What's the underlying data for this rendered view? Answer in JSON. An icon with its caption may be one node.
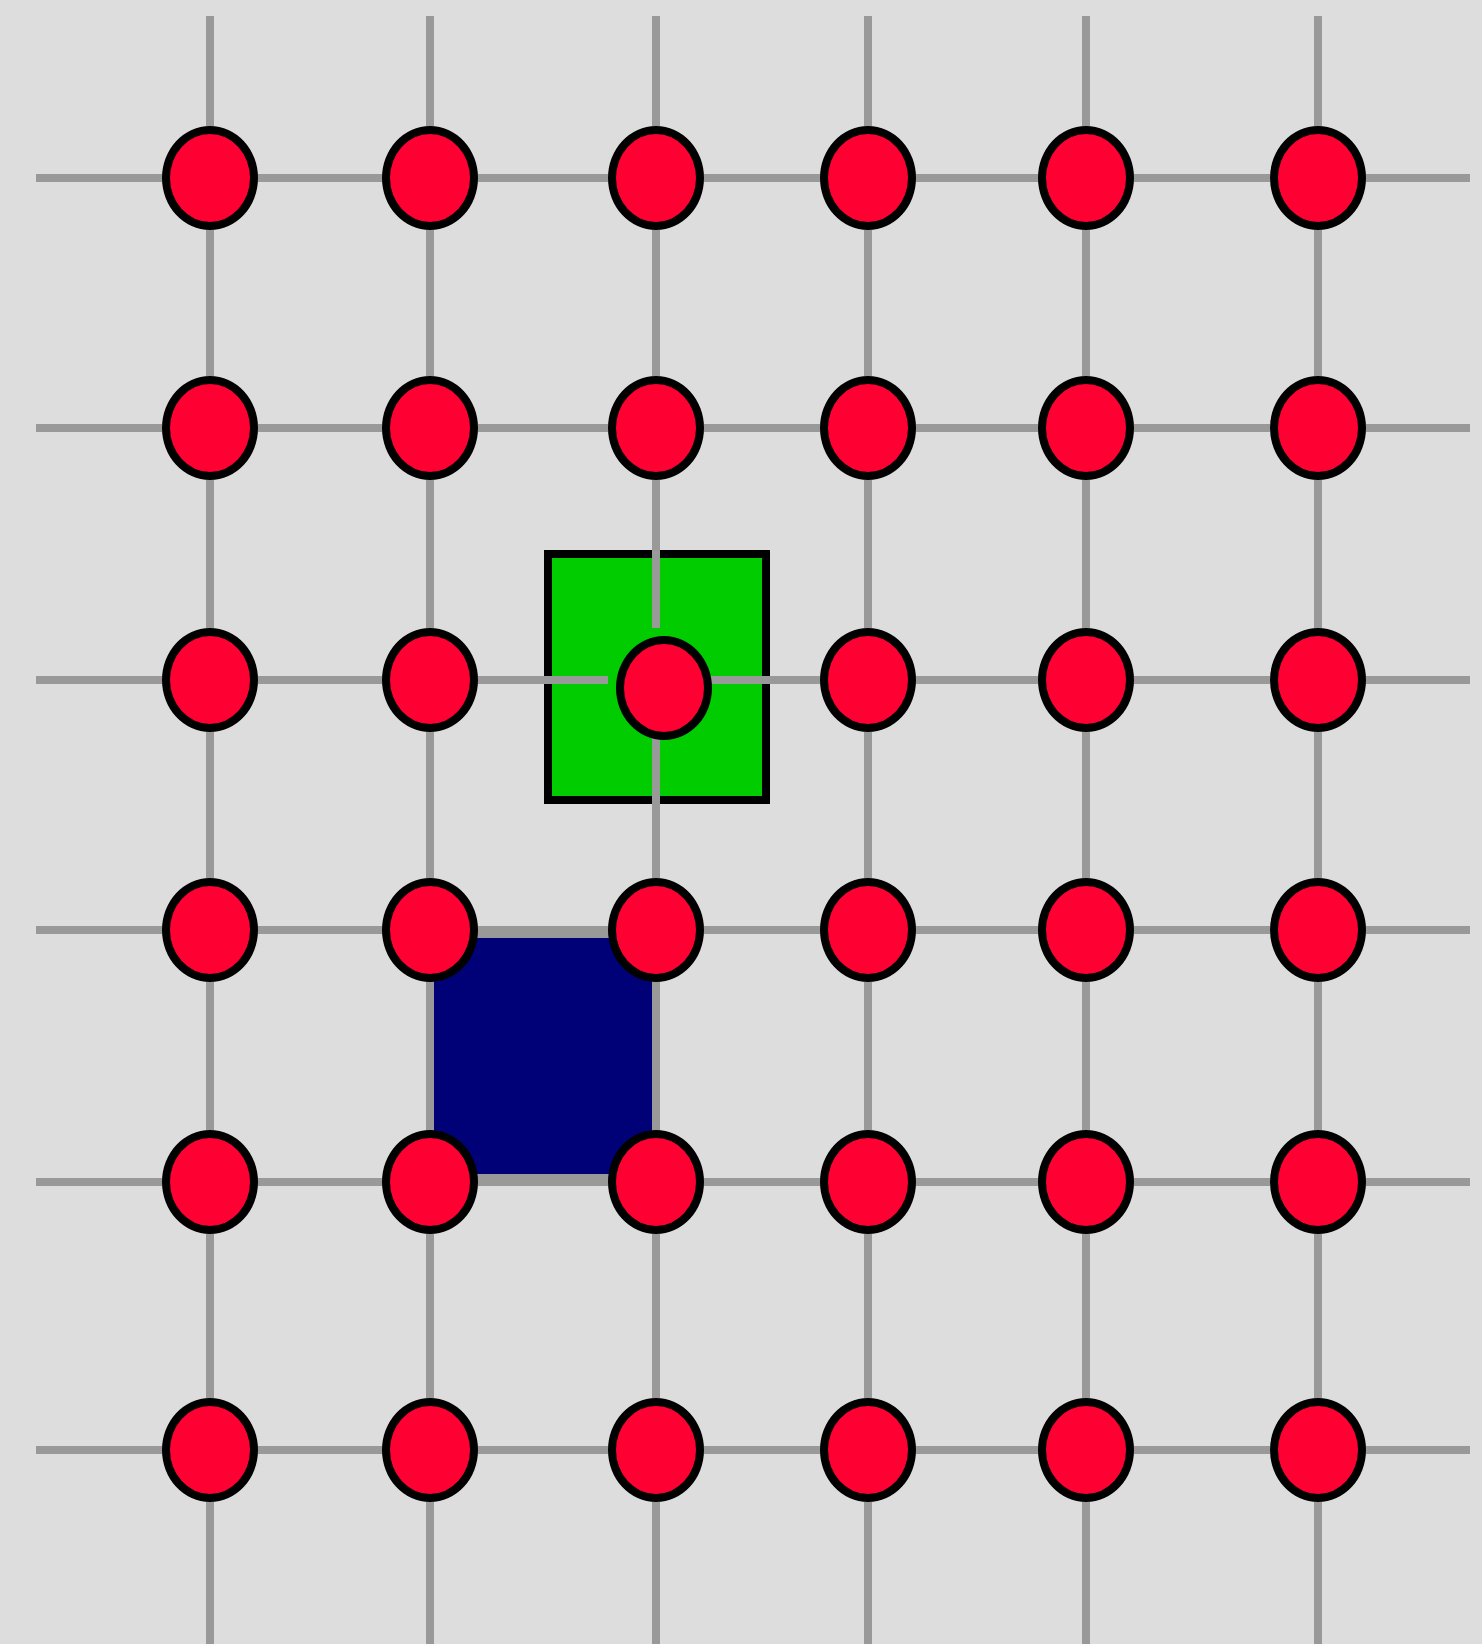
{
  "diagram": {
    "nodes": [
      {
        "text": [],
        "shape": "circle"
      },
      {
        "text": [],
        "shape": "circle"
      },
      {
        "text": [],
        "shape": "circle"
      },
      {
        "text": [],
        "shape": "circle"
      },
      {
        "text": [],
        "shape": "circle"
      },
      {
        "text": [],
        "shape": "circle"
      },
      {
        "text": [],
        "shape": "circle"
      },
      {
        "text": [],
        "shape": "circle"
      },
      {
        "text": [],
        "shape": "circle"
      },
      {
        "text": [],
        "shape": "circle"
      },
      {
        "text": [],
        "shape": "circle"
      },
      {
        "text": [],
        "shape": "circle"
      },
      {
        "text": [],
        "shape": "box"
      },
      {
        "text": [],
        "shape": "circle"
      },
      {
        "text": [],
        "shape": "circle"
      },
      {
        "text": [],
        "shape": "circle",
        "in": 12
      },
      {
        "text": [],
        "shape": "circle"
      },
      {
        "text": [],
        "shape": "circle"
      },
      {
        "text": [],
        "shape": "circle"
      },
      {
        "text": [],
        "shape": "circle"
      },
      {
        "text": [],
        "shape": "circle"
      },
      {
        "text": [],
        "shape": "circle"
      },
      {
        "text": [],
        "shape": "circle"
      },
      {
        "text": [],
        "shape": "circle"
      },
      {
        "text": [],
        "shape": "circle"
      },
      {
        "text": [],
        "shape": "box"
      },
      {
        "text": [],
        "shape": "circle"
      },
      {
        "text": [],
        "shape": "circle"
      },
      {
        "text": [],
        "shape": "circle"
      },
      {
        "text": [],
        "shape": "circle"
      },
      {
        "text": [],
        "shape": "circle"
      },
      {
        "text": [],
        "shape": "circle"
      },
      {
        "text": [],
        "shape": "circle"
      },
      {
        "text": [],
        "shape": "circle"
      },
      {
        "text": [],
        "shape": "circle"
      },
      {
        "text": [],
        "shape": "circle"
      },
      {
        "text": [],
        "shape": "circle"
      },
      {
        "text": [],
        "shape": "circle"
      }
    ],
    "edges": [
      {
        "from": null,
        "to": 0,
        "arrow": "none"
      },
      {
        "from": 0,
        "to": 1,
        "arrow": "none"
      },
      {
        "from": 1,
        "to": 2,
        "arrow": "none"
      },
      {
        "from": 2,
        "to": 3,
        "arrow": "none"
      },
      {
        "from": 3,
        "to": 4,
        "arrow": "none"
      },
      {
        "from": 4,
        "to": 5,
        "arrow": "none"
      },
      {
        "from": 5,
        "to": null,
        "arrow": "none"
      },
      {
        "from": null,
        "to": 6,
        "arrow": "none"
      },
      {
        "from": 6,
        "to": 7,
        "arrow": "none"
      },
      {
        "from": 7,
        "to": 8,
        "arrow": "none"
      },
      {
        "from": 8,
        "to": 9,
        "arrow": "none"
      },
      {
        "from": 9,
        "to": 10,
        "arrow": "none"
      },
      {
        "from": 10,
        "to": 11,
        "arrow": "none"
      },
      {
        "from": 11,
        "to": null,
        "arrow": "none"
      },
      {
        "from": null,
        "to": 13,
        "arrow": "none"
      },
      {
        "from": 13,
        "to": 14,
        "arrow": "none"
      },
      {
        "from": 14,
        "to": 15,
        "arrow": "none"
      },
      {
        "from": 15,
        "to": 16,
        "arrow": "none"
      },
      {
        "from": 16,
        "to": 17,
        "arrow": "none"
      },
      {
        "from": 17,
        "to": 18,
        "arrow": "none"
      },
      {
        "from": 18,
        "to": null,
        "arrow": "none"
      },
      {
        "from": null,
        "to": 19,
        "arrow": "none"
      },
      {
        "from": 19,
        "to": 20,
        "arrow": "none"
      },
      {
        "from": 20,
        "to": 21,
        "arrow": "none"
      },
      {
        "from": 21,
        "to": 22,
        "arrow": "none"
      },
      {
        "from": 22,
        "to": 23,
        "arrow": "none"
      },
      {
        "from": 23,
        "to": 24,
        "arrow": "none"
      },
      {
        "from": 24,
        "to": null,
        "arrow": "none"
      },
      {
        "from": null,
        "to": 26,
        "arrow": "none"
      },
      {
        "from": 26,
        "to": 27,
        "arrow": "none"
      },
      {
        "from": 27,
        "to": 28,
        "arrow": "none"
      },
      {
        "from": 28,
        "to": 29,
        "arrow": "none"
      },
      {
        "from": 29,
        "to": 30,
        "arrow": "none"
      },
      {
        "from": 30,
        "to": 31,
        "arrow": "none"
      },
      {
        "from": 31,
        "to": null,
        "arrow": "none"
      },
      {
        "from": null,
        "to": 32,
        "arrow": "none"
      },
      {
        "from": 32,
        "to": 33,
        "arrow": "none"
      },
      {
        "from": 33,
        "to": 34,
        "arrow": "none"
      },
      {
        "from": 34,
        "to": 35,
        "arrow": "none"
      },
      {
        "from": 35,
        "to": 36,
        "arrow": "none"
      },
      {
        "from": 36,
        "to": 37,
        "arrow": "none"
      },
      {
        "from": 37,
        "to": null,
        "arrow": "none"
      },
      {
        "from": null,
        "to": 0,
        "arrow": "none"
      },
      {
        "from": 0,
        "to": 6,
        "arrow": "none"
      },
      {
        "from": 6,
        "to": 13,
        "arrow": "none"
      },
      {
        "from": 13,
        "to": 19,
        "arrow": "none"
      },
      {
        "from": 19,
        "to": 26,
        "arrow": "none"
      },
      {
        "from": 26,
        "to": 32,
        "arrow": "none"
      },
      {
        "from": 32,
        "to": null,
        "arrow": "none"
      },
      {
        "from": null,
        "to": 1,
        "arrow": "none"
      },
      {
        "from": 1,
        "to": 7,
        "arrow": "none"
      },
      {
        "from": 7,
        "to": 14,
        "arrow": "none"
      },
      {
        "from": 14,
        "to": 20,
        "arrow": "none"
      },
      {
        "from": 20,
        "to": 27,
        "arrow": "none"
      },
      {
        "from": 27,
        "to": 33,
        "arrow": "none"
      },
      {
        "from": 33,
        "to": null,
        "arrow": "none"
      },
      {
        "from": null,
        "to": 2,
        "arrow": "none"
      },
      {
        "from": 2,
        "to": 8,
        "arrow": "none"
      },
      {
        "from": 8,
        "to": 15,
        "arrow": "none"
      },
      {
        "from": 15,
        "to": 21,
        "arrow": "none"
      },
      {
        "from": 21,
        "to": 28,
        "arrow": "none"
      },
      {
        "from": 28,
        "to": 34,
        "arrow": "none"
      },
      {
        "from": 34,
        "to": null,
        "arrow": "none"
      },
      {
        "from": null,
        "to": 3,
        "arrow": "none"
      },
      {
        "from": 3,
        "to": 9,
        "arrow": "none"
      },
      {
        "from": 9,
        "to": 16,
        "arrow": "none"
      },
      {
        "from": 16,
        "to": 22,
        "arrow": "none"
      },
      {
        "from": 22,
        "to": 29,
        "arrow": "none"
      },
      {
        "from": 29,
        "to": 35,
        "arrow": "none"
      },
      {
        "from": 35,
        "to": null,
        "arrow": "none"
      },
      {
        "from": null,
        "to": 4,
        "arrow": "none"
      },
      {
        "from": 4,
        "to": 10,
        "arrow": "none"
      },
      {
        "from": 10,
        "to": 17,
        "arrow": "none"
      },
      {
        "from": 17,
        "to": 23,
        "arrow": "none"
      },
      {
        "from": 23,
        "to": 30,
        "arrow": "none"
      },
      {
        "from": 30,
        "to": 36,
        "arrow": "none"
      },
      {
        "from": 36,
        "to": null,
        "arrow": "none"
      },
      {
        "from": null,
        "to": 5,
        "arrow": "none"
      },
      {
        "from": 5,
        "to": 11,
        "arrow": "none"
      },
      {
        "from": 11,
        "to": 18,
        "arrow": "none"
      },
      {
        "from": 18,
        "to": 24,
        "arrow": "none"
      },
      {
        "from": 24,
        "to": 31,
        "arrow": "none"
      },
      {
        "from": 31,
        "to": 37,
        "arrow": "none"
      },
      {
        "from": 37,
        "to": null,
        "arrow": "none"
      }
    ]
  }
}
